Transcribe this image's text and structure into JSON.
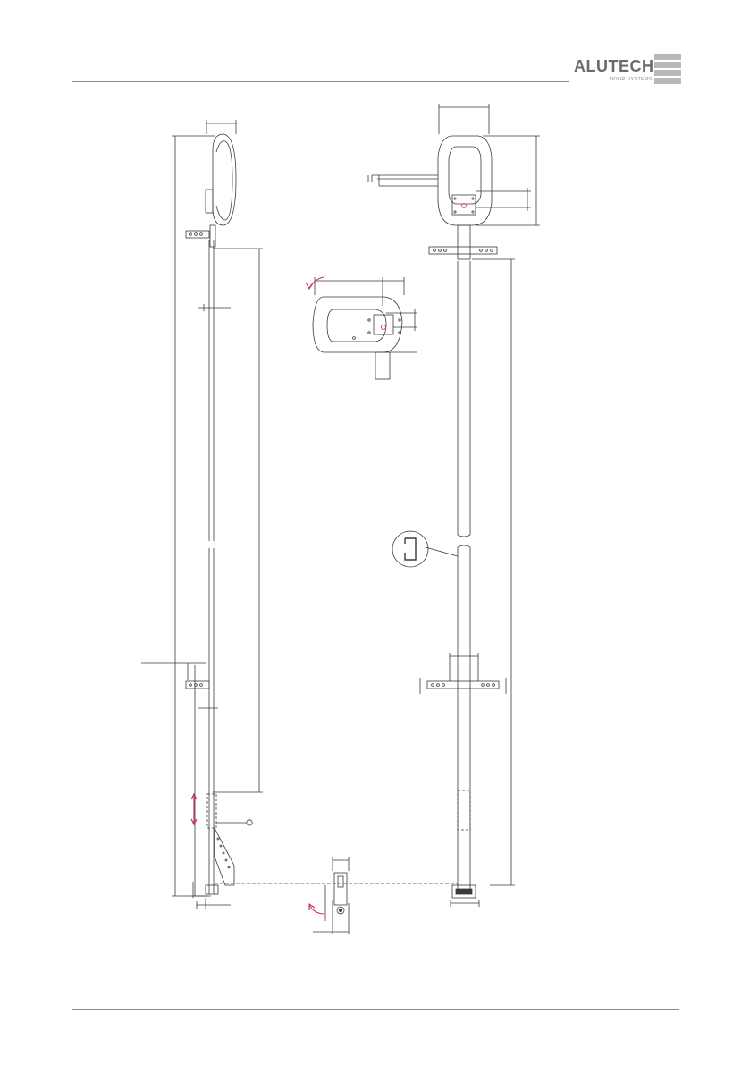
{
  "header": {
    "brand": "ALUTECH",
    "brand_sub": "DOOR SYSTEMS"
  },
  "colors": {
    "line": "#3a3a3a",
    "accent_arrow": "#c8325a",
    "rule": "#8a8a8a",
    "logo_gray": "#6b6b6b"
  },
  "icons": {
    "side_view": "operator-side-view-drawing",
    "front_view": "operator-front-view-drawing",
    "detail_view": "operator-head-detail-drawing",
    "profile_detail": "rail-profile-detail-icon",
    "rotation_arrow": "rotation-arrow-icon",
    "move_arrow": "double-arrow-icon"
  }
}
